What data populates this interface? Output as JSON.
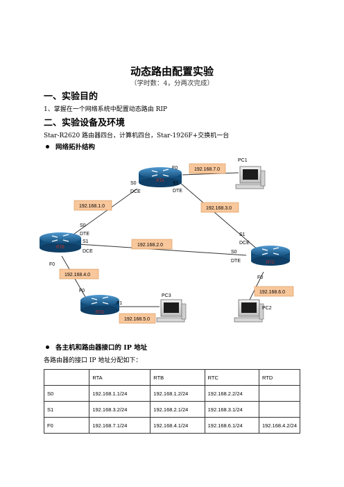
{
  "doc": {
    "title": "动态路由配置实验",
    "subtitle": "（学时数：4，分两次完成）",
    "section1_heading": "一、实验目的",
    "section1_item": "1、掌握在一个网络系统中配置动态路由 RIP",
    "section2_heading": "二、实验设备及环境",
    "section2_text": "Star-R2620 路由器四台，计算机四台，Star-1926F+交换机一台",
    "bullet1": "网络拓扑结构",
    "bullet2": "各主机和路由器接口的 IP 地址",
    "table_intro": "各路由器的接口 IP 地址分配如下："
  },
  "topology": {
    "routers": {
      "top": "RTA",
      "left": "RTB",
      "right": "RTC",
      "bottom": "RTD"
    },
    "pcs": {
      "pc1": "PC1",
      "pc2": "PC2",
      "pc3": "PC3"
    },
    "networks": {
      "n_7": "192.168.7.0",
      "n_1": "192.168.1.0",
      "n_3": "192.168.3.0",
      "n_2": "192.168.2.0",
      "n_4": "192.168.4.0",
      "n_6": "192.168.6.0",
      "n_5": "192.168.5.0"
    },
    "ports": {
      "a_f0": "F0",
      "a_s0": "S0",
      "a_s0_role": "DCE",
      "a_s1": "S1",
      "a_s1_role": "DTE",
      "b_s0": "S0",
      "b_s0_role": "DTE",
      "b_s1": "S1",
      "b_s1_role": "DCE",
      "b_f0": "F0",
      "c_s1": "S1",
      "c_s1_role": "DCE",
      "c_s0": "S0",
      "c_s0_role": "DTE",
      "c_f0": "F0",
      "d_f0": "F0",
      "d_f1": "F1"
    }
  },
  "ip_table": {
    "headers": [
      "",
      "RTA",
      "RTB",
      "RTC",
      "RTD"
    ],
    "rows": [
      [
        "S0",
        "192.168.1.1/24",
        "192.168.1.2/24",
        "192.168.2.2/24",
        ""
      ],
      [
        "S1",
        "192.168.3.2/24",
        "192.168.2.1/24",
        "192.168.3.1/24",
        ""
      ],
      [
        "F0",
        "192.168.7.1/24",
        "192.168.4.1/24",
        "192.168.6.1/24",
        "192.168.4.2/24"
      ]
    ]
  },
  "colors": {
    "router_fill": "#1f6fa6",
    "router_label": "#c0302a",
    "net_label_bg": "#f8c79c",
    "net_label_border": "#d9914f"
  }
}
